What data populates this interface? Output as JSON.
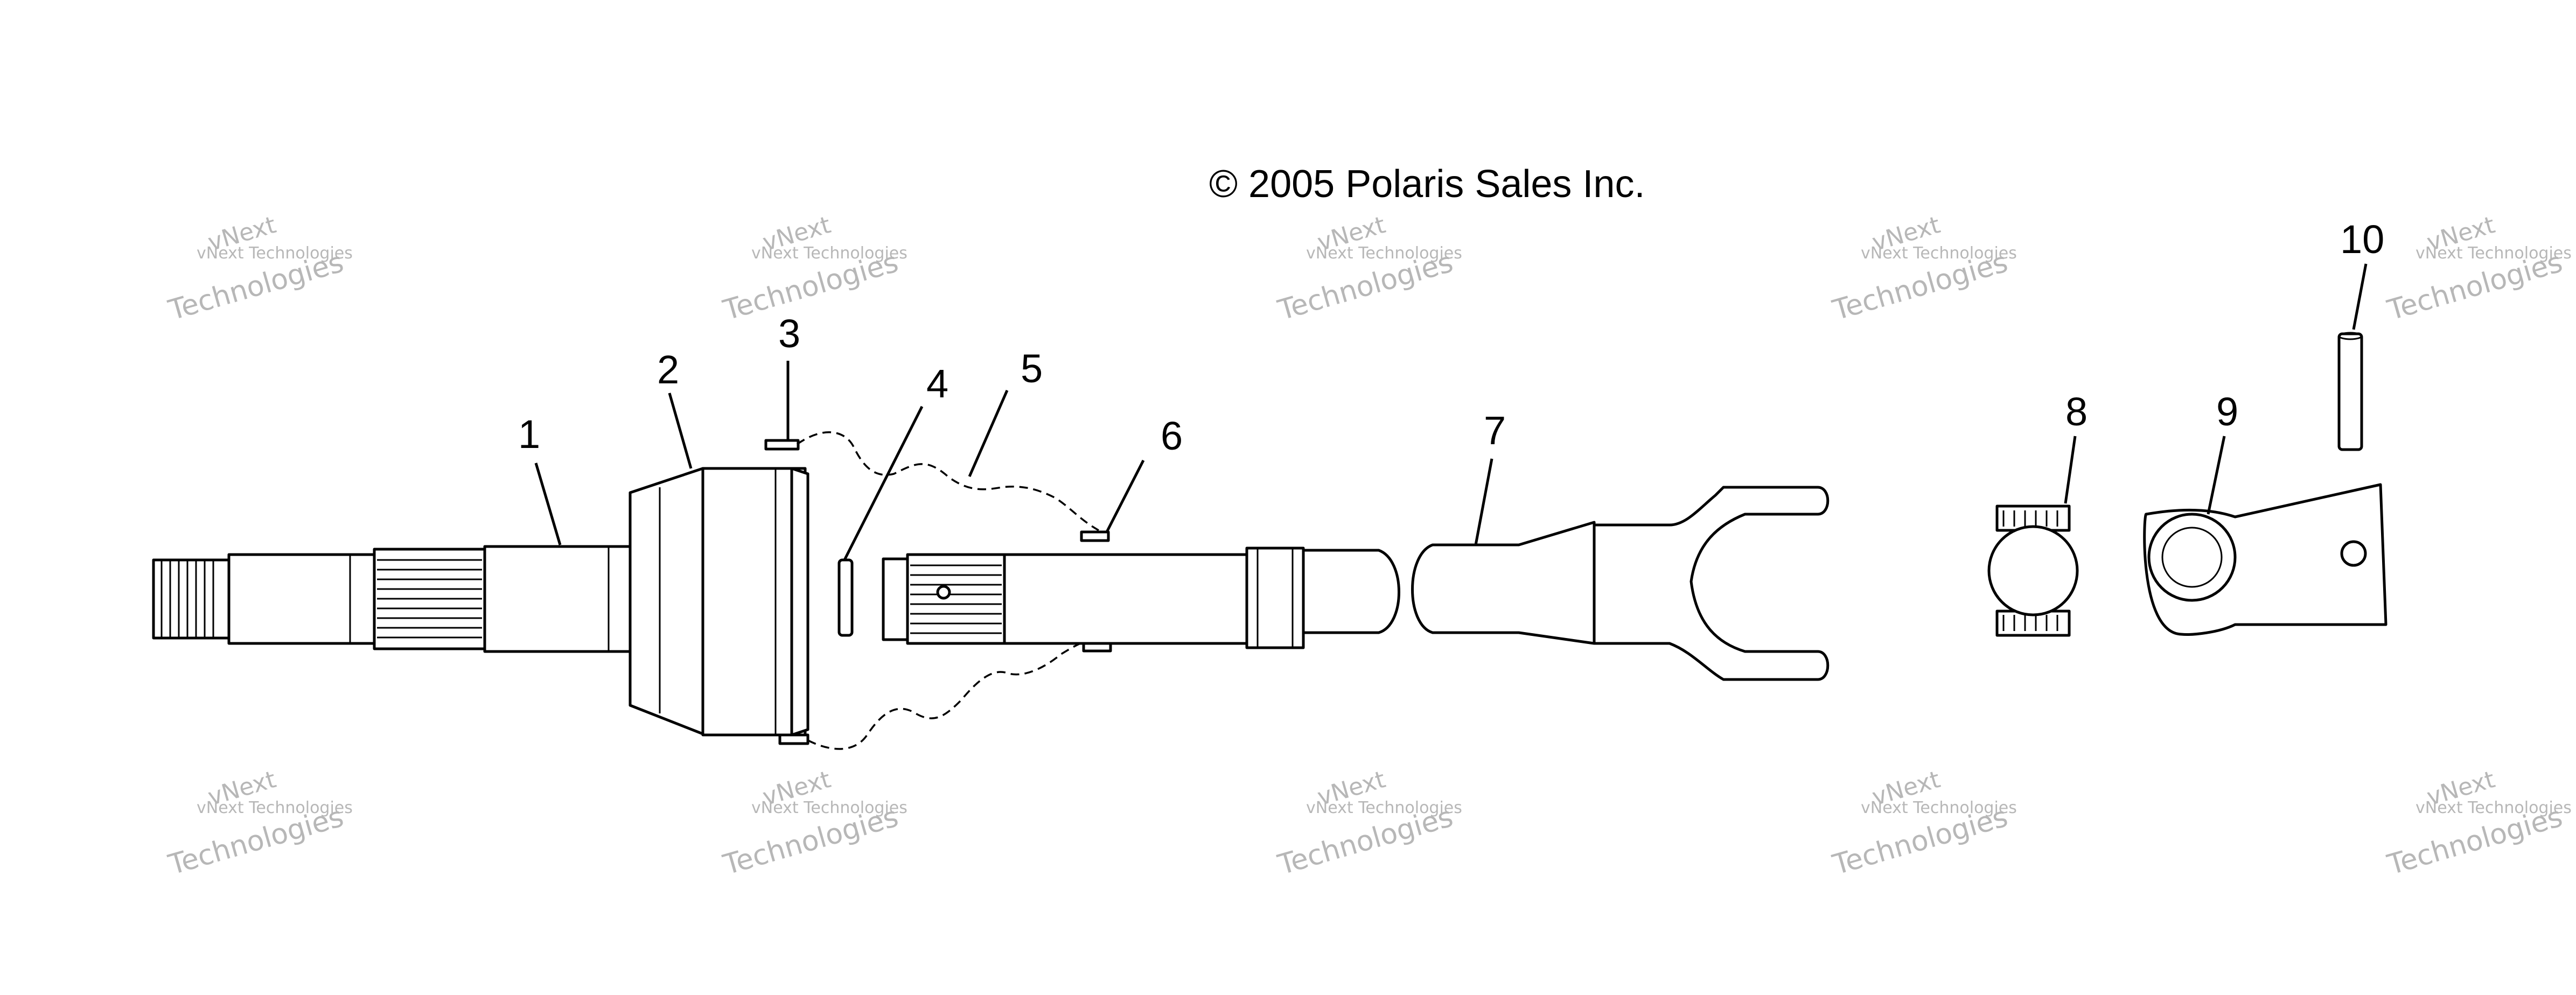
{
  "copyright": "© 2005 Polaris Sales Inc.",
  "watermark": {
    "line1": "vNext",
    "line2": "vNext Technologies",
    "line3": "Technologies",
    "color": "#b7b7b7"
  },
  "callouts": [
    "1",
    "2",
    "3",
    "4",
    "5",
    "6",
    "7",
    "8",
    "9",
    "10"
  ],
  "colors": {
    "line": "#000000",
    "background": "#ffffff"
  }
}
